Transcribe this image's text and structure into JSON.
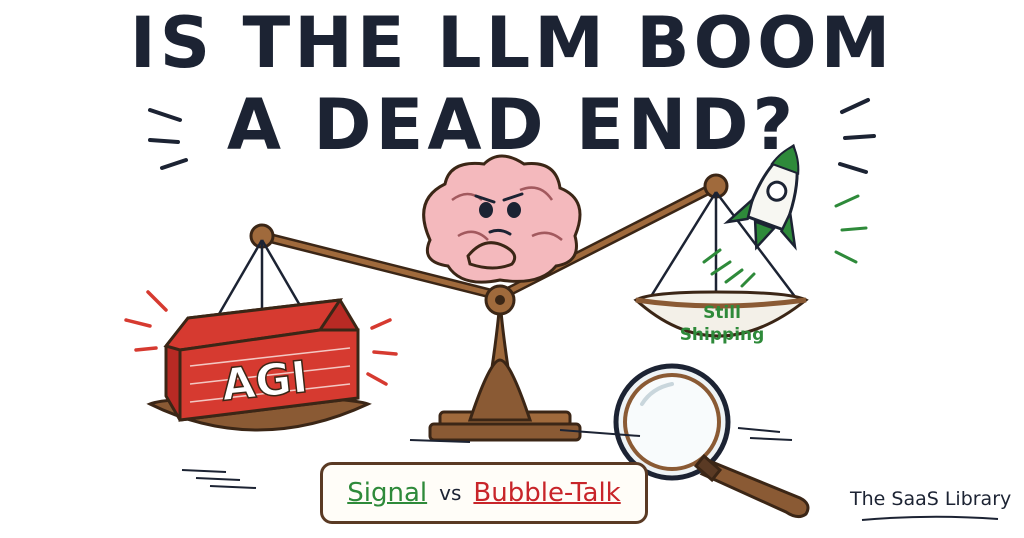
{
  "title": {
    "line1": "IS THE LLM BOOM",
    "line2": "A DEAD END?"
  },
  "scale": {
    "left_pan_label": "AGI",
    "right_pan_line1": "Still",
    "right_pan_line2": "Shipping"
  },
  "caption": {
    "left_word": "Signal",
    "middle_word": "vs",
    "right_word": "Bubble-Talk"
  },
  "brand": "The SaaS Library",
  "colors": {
    "ink": "#1c2333",
    "brick": "#d63a30",
    "beam": "#8a5a34",
    "green": "#2e8a3a",
    "red_text": "#c8252a",
    "brain": "#f4b9bd"
  }
}
